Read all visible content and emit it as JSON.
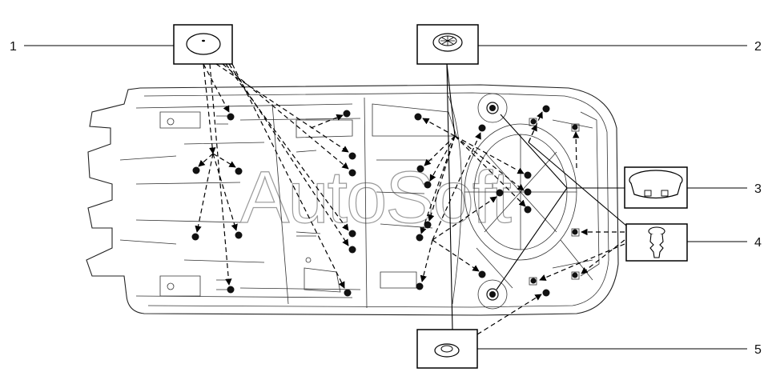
{
  "watermark": "AutoSoft",
  "callouts": [
    {
      "id": "1",
      "label": "1",
      "part": "oval-plug"
    },
    {
      "id": "2",
      "label": "2",
      "part": "slotted-grommet"
    },
    {
      "id": "3",
      "label": "3",
      "part": "cap-plug"
    },
    {
      "id": "4",
      "label": "4",
      "part": "push-clip"
    },
    {
      "id": "5",
      "label": "5",
      "part": "small-grommet"
    }
  ]
}
